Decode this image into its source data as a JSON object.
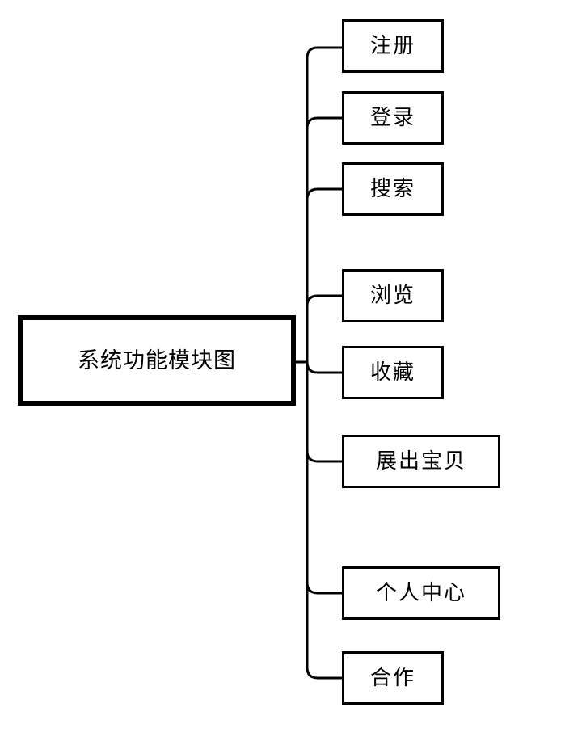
{
  "diagram": {
    "root": {
      "label": "系统功能模块图"
    },
    "modules": [
      {
        "label": "注册"
      },
      {
        "label": "登录"
      },
      {
        "label": "搜索"
      },
      {
        "label": "浏览"
      },
      {
        "label": "收藏"
      },
      {
        "label": "展出宝贝"
      },
      {
        "label": "个人中心"
      },
      {
        "label": "合作"
      }
    ],
    "colors": {
      "line": "#000000",
      "box_border": "#000000",
      "background": "#ffffff"
    }
  }
}
